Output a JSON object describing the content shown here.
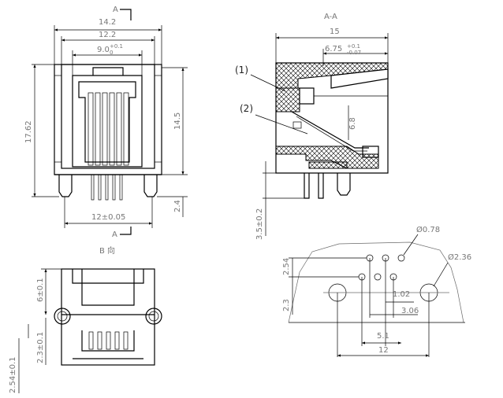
{
  "front_view": {
    "section_mark_top": "A",
    "dim_width_outer": "14.2",
    "dim_width_inner": "12.2",
    "dim_slot": "9.0",
    "dim_slot_tol_upper": "+0.1",
    "dim_slot_tol_lower": "0",
    "dim_height_total": "17.62",
    "dim_height_body": "14.5",
    "dim_pin_length": "2.4",
    "dim_peg_spacing": "12±0.05",
    "section_mark_bottom": "A"
  },
  "side_section": {
    "title": "A-A",
    "dim_length": "15",
    "dim_6_75": "6.75",
    "dim_6_75_tol_upper": "+0.1",
    "dim_6_75_tol_lower": "-0.07",
    "dim_6_8": "6.8",
    "dim_3_5": "3.5±0.2",
    "callout_1": "(1)",
    "callout_2": "(2)"
  },
  "bottom_view": {
    "view_mark": "B",
    "view_mark_char": "向",
    "dim_6": "6±0.1",
    "dim_2_3": "2.3±0.1",
    "dim_2_54": "2.54±0.1"
  },
  "pcb_layout": {
    "dim_hole_small": "Ø0.78",
    "dim_hole_large": "Ø2.36",
    "dim_2_54": "2.54",
    "dim_2_3": "2.3",
    "dim_1_02": "1.02",
    "dim_3_06": "3.06",
    "dim_5_1": "5.1",
    "dim_12": "12"
  }
}
